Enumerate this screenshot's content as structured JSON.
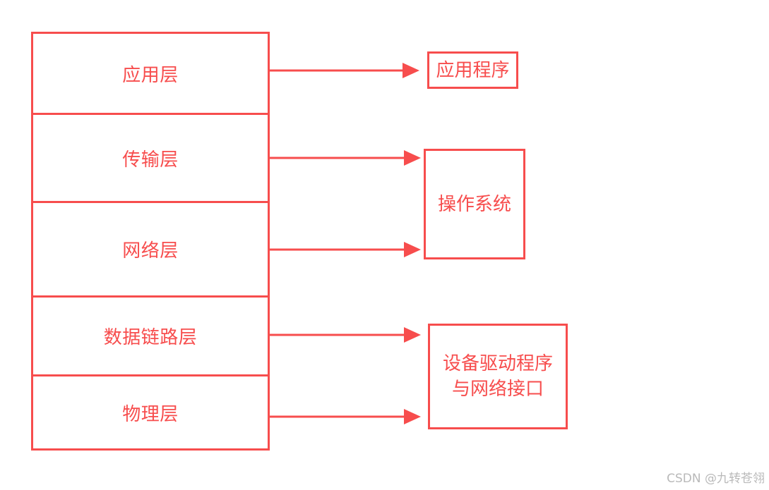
{
  "diagram": {
    "layers": [
      {
        "label": "应用层"
      },
      {
        "label": "传输层"
      },
      {
        "label": "网络层"
      },
      {
        "label": "数据链路层"
      },
      {
        "label": "物理层"
      }
    ],
    "targets": [
      {
        "label": "应用程序"
      },
      {
        "label": "操作系统"
      },
      {
        "label": "设备驱动程序\n与网络接口"
      }
    ],
    "arrows": [
      {
        "from": "应用层",
        "to": "应用程序"
      },
      {
        "from": "传输层",
        "to": "操作系统"
      },
      {
        "from": "网络层",
        "to": "操作系统"
      },
      {
        "from": "数据链路层",
        "to": "设备驱动程序\n与网络接口"
      },
      {
        "from": "物理层",
        "to": "设备驱动程序\n与网络接口"
      }
    ]
  },
  "colors": {
    "accent": "#f74d4d",
    "watermark": "#b9b9b9"
  },
  "watermark": {
    "text": "CSDN @九转苍翎"
  }
}
